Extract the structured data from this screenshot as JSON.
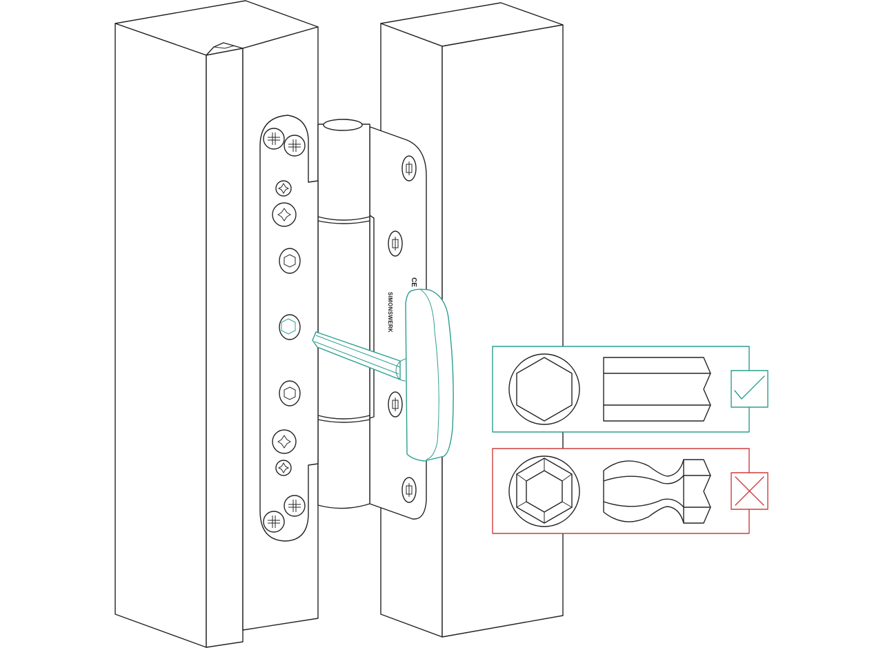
{
  "hinge": {
    "brand_marking": "SIMONSWERK",
    "ce_marking": "CE"
  },
  "tool_check": {
    "correct": {
      "icon": "checkmark-icon",
      "color": "#2a9d8f",
      "tool": "hex-key-straight"
    },
    "incorrect": {
      "icon": "cross-icon",
      "color": "#cf3b3b",
      "tool": "hex-key-worn-tip"
    }
  }
}
